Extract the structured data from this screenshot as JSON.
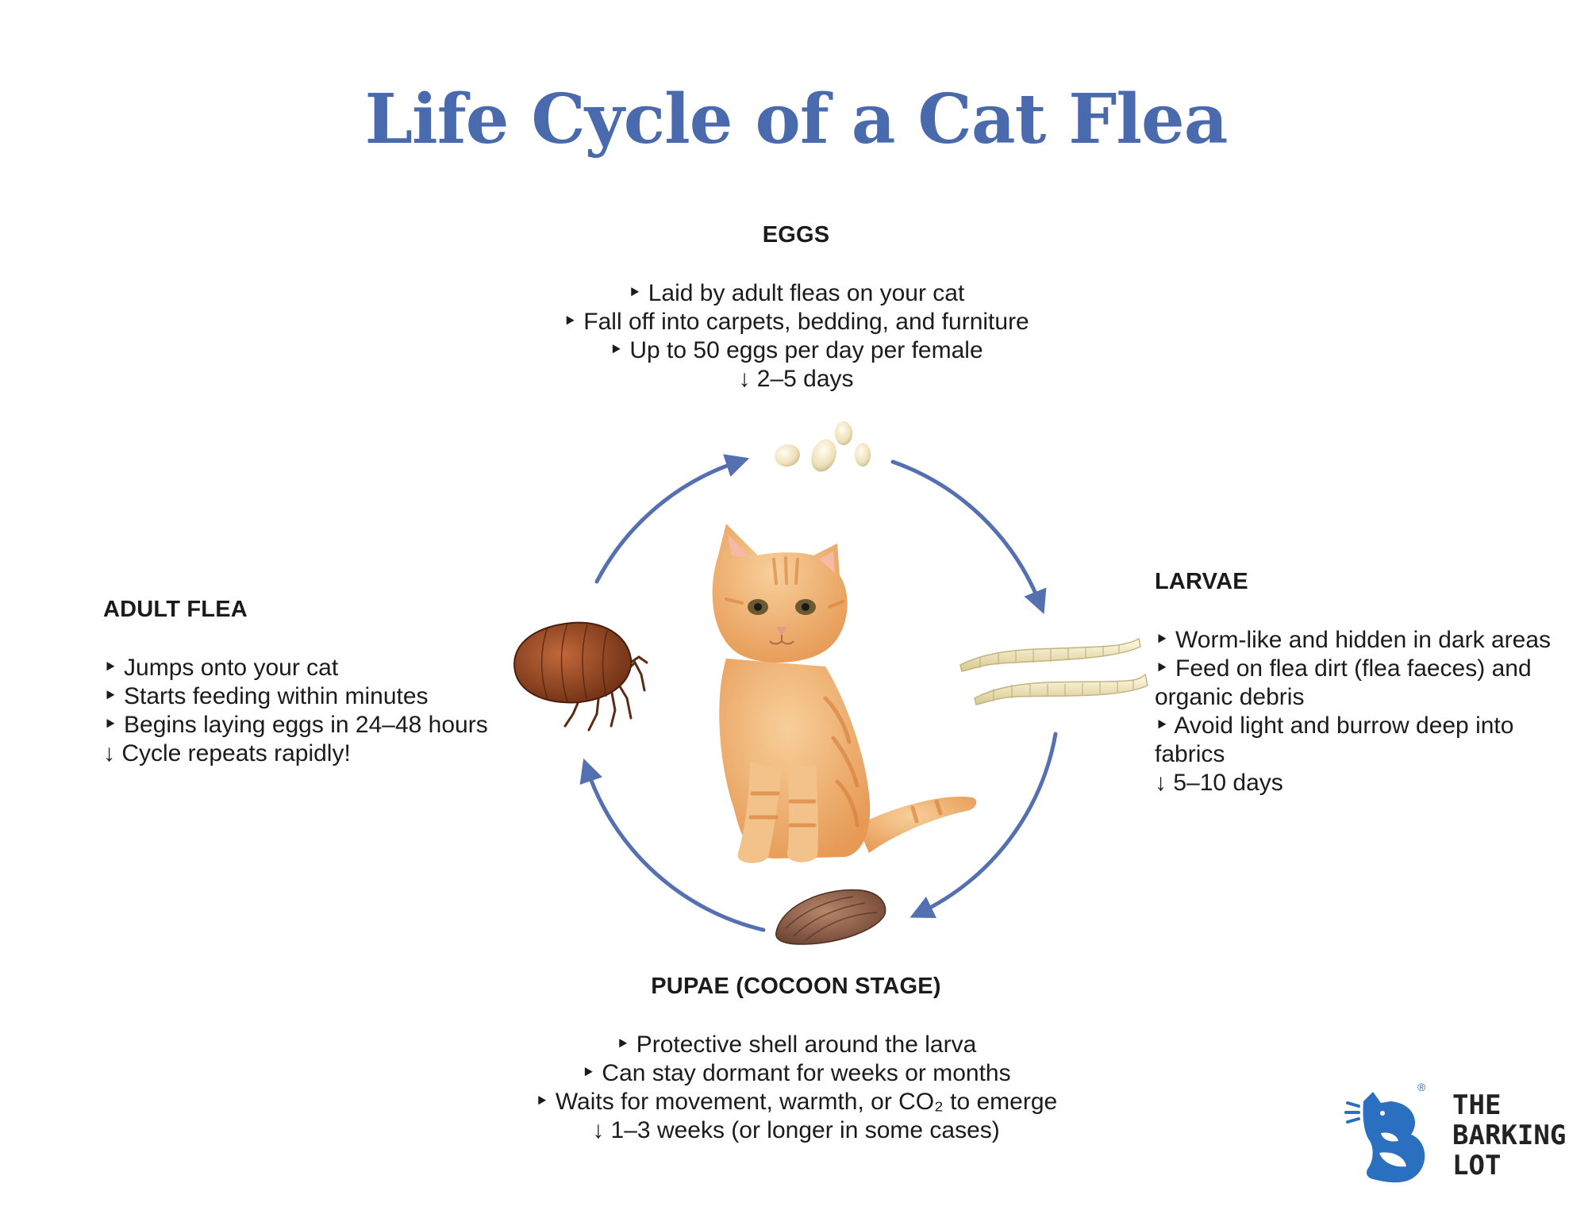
{
  "title": "Life Cycle of a Cat Flea",
  "stages": {
    "eggs": {
      "heading": "EGGS",
      "lines": [
        "‣ Laid by adult fleas on your cat",
        "‣ Fall off into carpets, bedding, and furniture",
        "‣ Up to 50 eggs per day per female",
        "↓ 2–5 days"
      ]
    },
    "larvae": {
      "heading": "LARVAE",
      "lines": [
        "‣ Worm-like and hidden in dark areas",
        "‣ Feed on flea dirt (flea faeces) and organic debris",
        "‣ Avoid light and burrow deep into fabrics",
        "↓ 5–10 days"
      ]
    },
    "pupae": {
      "heading": "PUPAE (COCOON STAGE)",
      "lines": [
        "‣ Protective shell around the larva",
        "‣ Can stay dormant for weeks or months",
        "‣ Waits for movement, warmth, or CO₂ to emerge",
        "↓ 1–3 weeks (or longer in some cases)"
      ]
    },
    "adult": {
      "heading": "ADULT FLEA",
      "lines": [
        "‣ Jumps onto your cat",
        "‣ Starts feeding within minutes",
        "‣ Begins laying eggs in 24–48 hours",
        "↓ Cycle repeats rapidly!"
      ]
    }
  },
  "logo": {
    "line1": "THE",
    "line2": "BARKING",
    "line3": "LOT",
    "registered": "®"
  },
  "colors": {
    "title": "#4a6aae",
    "arrow": "#5570b1",
    "logo_blue": "#2a6fc0"
  },
  "icons": [
    "eggs-illustration",
    "larvae-illustration",
    "pupa-illustration",
    "adult-flea-illustration",
    "kitten-illustration",
    "cycle-arrows"
  ]
}
